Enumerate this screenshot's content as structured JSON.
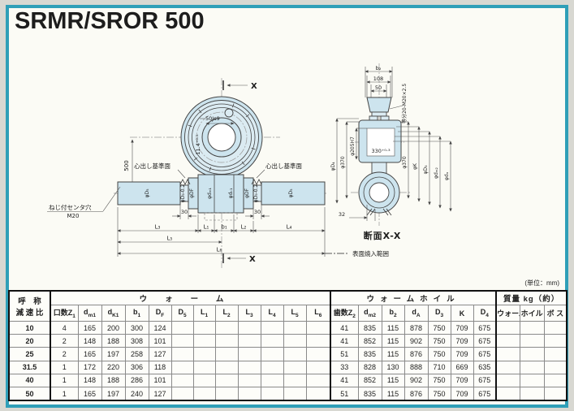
{
  "page": {
    "title": "SRMR/SROR 500",
    "unit_note": "(単位：mm)",
    "frame_color": "#2f9fb8"
  },
  "front_view": {
    "section_marker": "X",
    "center_distance": "500",
    "bore_dim": "50Js9",
    "keyway_dim": "11.4⁺⁰·³",
    "datum_left": "心出し基準面",
    "datum_right": "心出し基準面",
    "center_hole_label": "ねじ付センタ穴",
    "center_hole_size": "M20",
    "dim_30_left": "30",
    "dim_30_right": "30",
    "shaft_labels": {
      "d5_left": "φD₅",
      "d5_tol_left": "φD₅-0.2",
      "df_left": "φDF",
      "dm1": "φdₘ₁",
      "dk1": "φdₖ₁",
      "df_right": "φDF",
      "d5_tol_right": "φD₅-0.2",
      "d5_right": "φD₅"
    },
    "length_dims": {
      "L1": "L₁",
      "L2": "L₂",
      "L3": "L₃",
      "L4": "L₄",
      "L5": "L₅",
      "L6": "L₆",
      "b1": "b₁"
    }
  },
  "section_view": {
    "title": "断面X-X",
    "legend": "表面焼入範囲",
    "bolt_note": "等分20-M20×2.5",
    "dim_b2": "b₂",
    "dim_108": "108",
    "dim_50": "50",
    "dim_330": "330⁺⁰·³",
    "dim_32": "32",
    "labels_left": [
      "φD₄",
      "φ370",
      "φ205H7"
    ],
    "labels_right": [
      "φ370",
      "φK",
      "φD₃",
      "φdₘ₂",
      "φdₐ"
    ]
  },
  "table": {
    "ratio_header": [
      "呼　称",
      "減 速 比"
    ],
    "groups": [
      {
        "label": "ウォーム"
      },
      {
        "label": "ウォームホイル"
      },
      {
        "label": "質量 kg（約）"
      }
    ],
    "subheaders": [
      "口数Z<sub>1</sub>",
      "d<sub>m1</sub>",
      "d<sub>K1</sub>",
      "b<sub>1</sub>",
      "D<sub>F</sub>",
      "D<sub>5</sub>",
      "L<sub>1</sub>",
      "L<sub>2</sub>",
      "L<sub>3</sub>",
      "L<sub>4</sub>",
      "L<sub>5</sub>",
      "L<sub>6</sub>",
      "歯数Z<sub>2</sub>",
      "d<sub>m2</sub>",
      "b<sub>2</sub>",
      "d<sub>A</sub>",
      "D<sub>3</sub>",
      "K",
      "D<sub>4</sub>",
      "ウォーム",
      "ホイル",
      "ボ ス"
    ],
    "rows": [
      {
        "ratio": "10",
        "cells": [
          "4",
          "165",
          "200",
          "300",
          "124",
          "",
          "",
          "",
          "",
          "",
          "",
          "",
          "41",
          "835",
          "115",
          "878",
          "750",
          "709",
          "675",
          "",
          "",
          ""
        ]
      },
      {
        "ratio": "20",
        "cells": [
          "2",
          "148",
          "188",
          "308",
          "101",
          "",
          "",
          "",
          "",
          "",
          "",
          "",
          "41",
          "852",
          "115",
          "902",
          "750",
          "709",
          "675",
          "",
          "",
          ""
        ]
      },
      {
        "ratio": "25",
        "cells": [
          "2",
          "165",
          "197",
          "258",
          "127",
          "",
          "",
          "",
          "",
          "",
          "",
          "",
          "51",
          "835",
          "115",
          "876",
          "750",
          "709",
          "675",
          "",
          "",
          ""
        ]
      },
      {
        "ratio": "31.5",
        "cells": [
          "1",
          "172",
          "220",
          "306",
          "118",
          "",
          "",
          "",
          "",
          "",
          "",
          "",
          "33",
          "828",
          "130",
          "888",
          "710",
          "669",
          "635",
          "",
          "",
          ""
        ]
      },
      {
        "ratio": "40",
        "cells": [
          "1",
          "148",
          "188",
          "286",
          "101",
          "",
          "",
          "",
          "",
          "",
          "",
          "",
          "41",
          "852",
          "115",
          "902",
          "750",
          "709",
          "675",
          "",
          "",
          ""
        ]
      },
      {
        "ratio": "50",
        "cells": [
          "1",
          "165",
          "197",
          "240",
          "127",
          "",
          "",
          "",
          "",
          "",
          "",
          "",
          "51",
          "835",
          "115",
          "876",
          "750",
          "709",
          "675",
          "",
          "",
          ""
        ]
      }
    ]
  }
}
